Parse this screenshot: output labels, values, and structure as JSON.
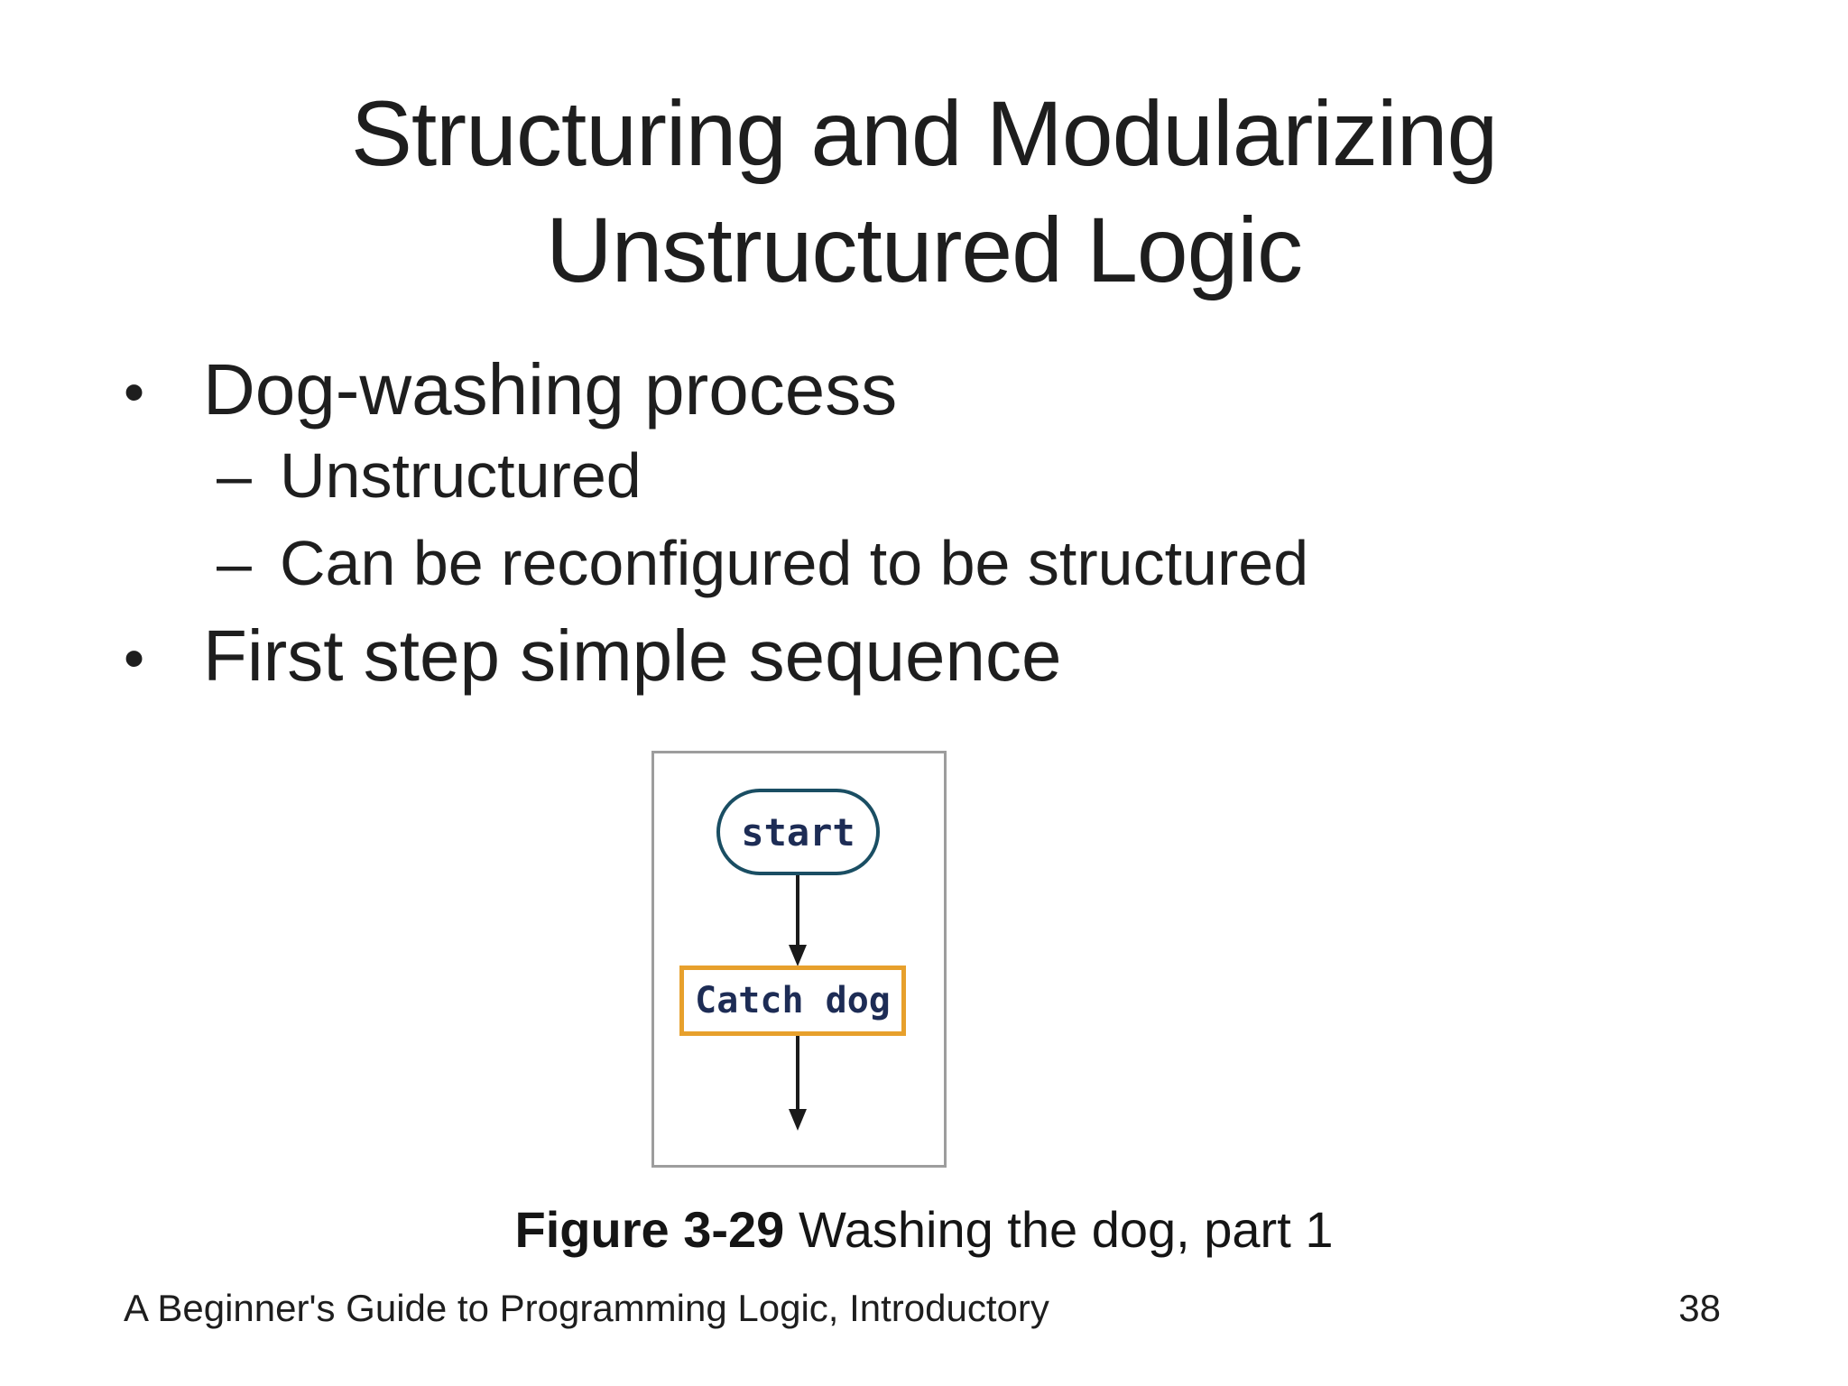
{
  "slide": {
    "title_lines": [
      "Structuring and Modularizing",
      "Unstructured Logic"
    ],
    "bullets": [
      {
        "level": 1,
        "marker": "•",
        "text": "Dog-washing process"
      },
      {
        "level": 2,
        "marker": "–",
        "text": "Unstructured"
      },
      {
        "level": 2,
        "marker": "–",
        "text": "Can be reconfigured to be structured"
      },
      {
        "level": 1,
        "marker": "•",
        "text": "First step simple sequence"
      }
    ],
    "figure": {
      "start_label": "start",
      "process_label": "Catch dog",
      "colors": {
        "terminal_border": "#1a4e63",
        "process_border": "#e7a02c",
        "node_text": "#1d2c55",
        "frame_border": "#9d9d9d",
        "arrow": "#1a1a1a"
      }
    },
    "caption": {
      "label": "Figure 3-29",
      "text": "Washing the dog, part 1"
    },
    "footer": {
      "left": "A Beginner's Guide to Programming Logic, Introductory",
      "page": "38"
    }
  }
}
